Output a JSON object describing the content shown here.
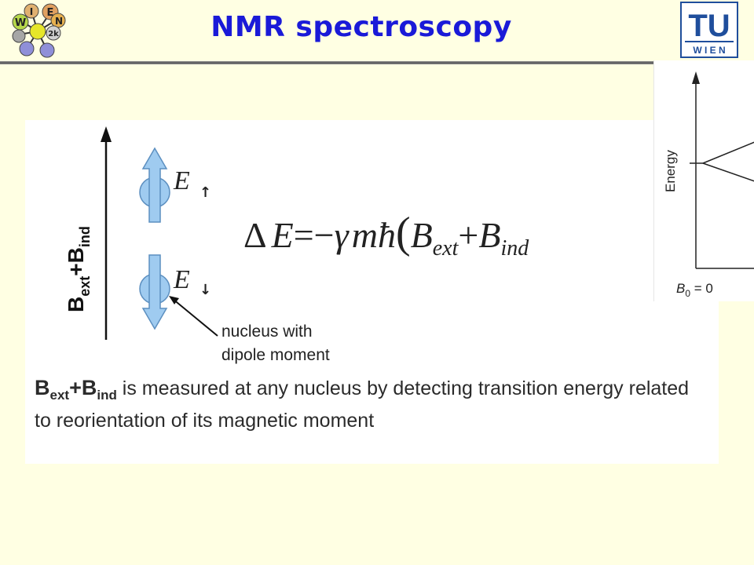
{
  "slide": {
    "title": "NMR spectroscopy"
  },
  "logos": {
    "left_letters": [
      "W",
      "I",
      "E",
      "N",
      "2k"
    ],
    "right_top": "TU",
    "right_bottom": "W I E N"
  },
  "figure": {
    "axis_label_main": "B",
    "axis_sub_ext": "ext",
    "axis_plus": "+B",
    "axis_sub_ind": "ind",
    "level_up_symbol": "E",
    "level_down_symbol": "E",
    "arrow_up": "↑",
    "arrow_down": "↓",
    "nucleus_label_line1": "nucleus with",
    "nucleus_label_line2": "dipole moment",
    "equation": {
      "delta": "Δ",
      "E": "E",
      "equals_minus": "=−",
      "gamma": "γ",
      "m": "m",
      "hbar": "ħ",
      "lparen": "(",
      "B": "B",
      "sub_ext": "ext",
      "plus": "+",
      "sub_ind": "ind",
      "rparen": ")"
    }
  },
  "caption": {
    "B1": "B",
    "sub_ext": "ext",
    "plus_B": "+B",
    "sub_ind": "ind",
    "text": " is measured at any nucleus by detecting transition energy related to reorientation of its magnetic moment"
  },
  "zeeman_plot": {
    "y_label": "Energy",
    "x_label_B": "B",
    "x_label_sub": "0",
    "x_label_rest": " = 0"
  }
}
